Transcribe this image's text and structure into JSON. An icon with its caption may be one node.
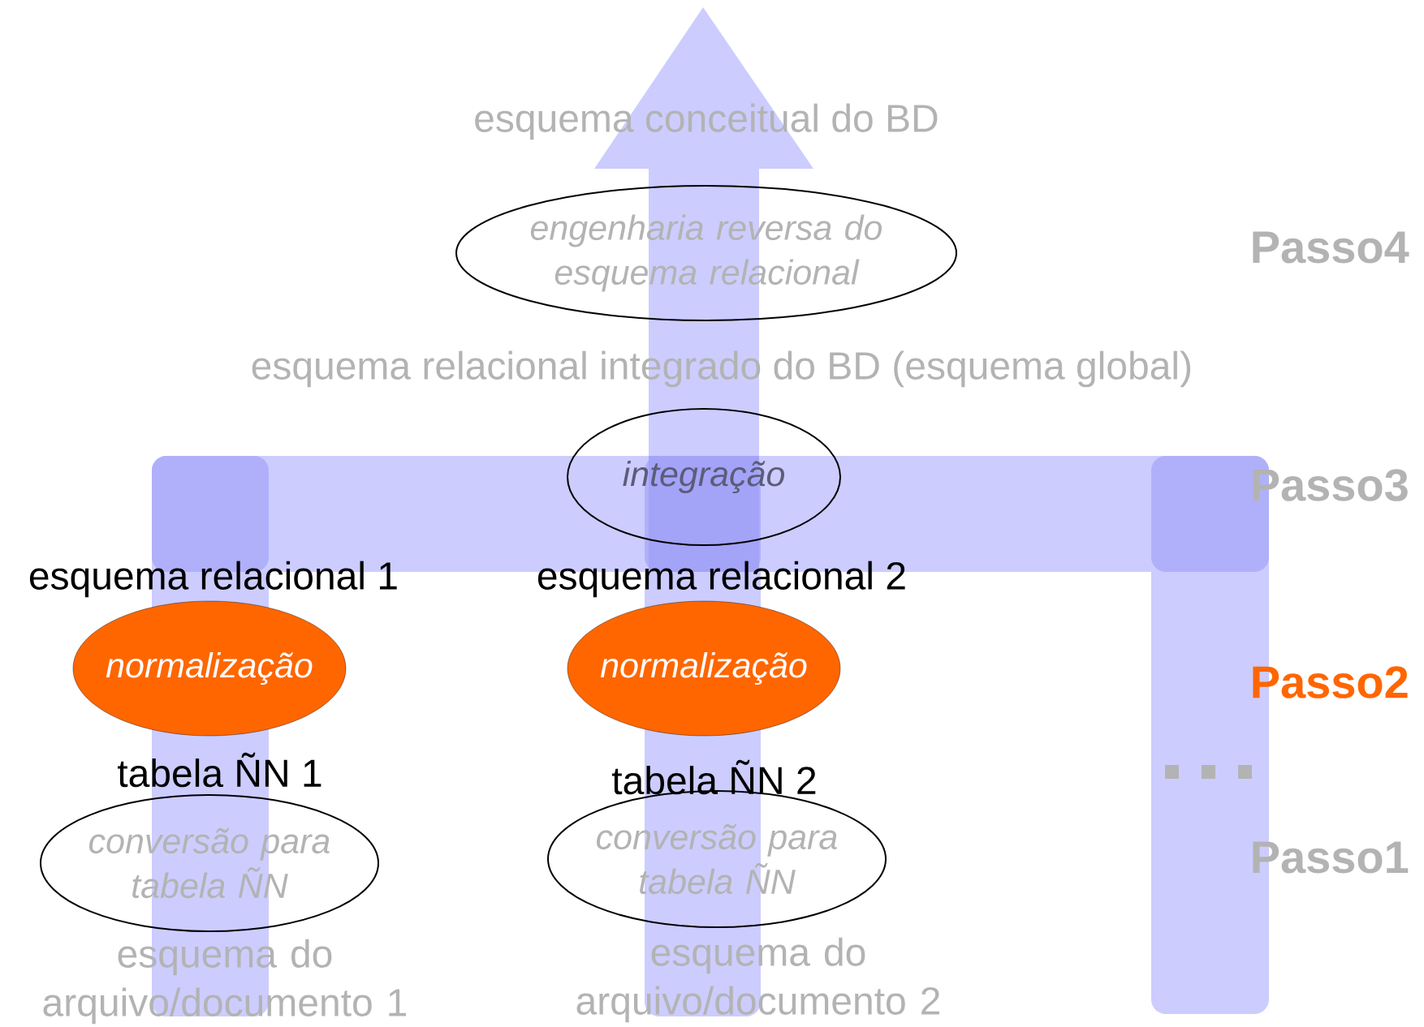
{
  "diagram": {
    "nodes": [
      {
        "text": [
          "esquema conceitual do BD"
        ]
      },
      {
        "text": [
          "engenharia reversa do esquema relacional"
        ]
      },
      {
        "text": [
          "esquema relacional integrado do BD (esquema global)"
        ]
      },
      {
        "text": [
          "integração"
        ]
      },
      {
        "text": [
          "esquema relacional 1"
        ]
      },
      {
        "text": [
          "esquema relacional 2"
        ]
      },
      {
        "text": [
          "normalização"
        ]
      },
      {
        "text": [
          "normalização"
        ]
      },
      {
        "text": [
          "tabela ÑN 1"
        ]
      },
      {
        "text": [
          "tabela ÑN 2"
        ]
      },
      {
        "text": [
          "conversão para tabela ÑN"
        ]
      },
      {
        "text": [
          "conversão para tabela ÑN"
        ]
      },
      {
        "text": [
          "esquema do arquivo/documento 1"
        ]
      },
      {
        "text": [
          "esquema do arquivo/documento 2"
        ]
      }
    ],
    "labels": [
      "Passo4",
      "Passo3",
      "Passo2",
      "Passo1"
    ]
  }
}
